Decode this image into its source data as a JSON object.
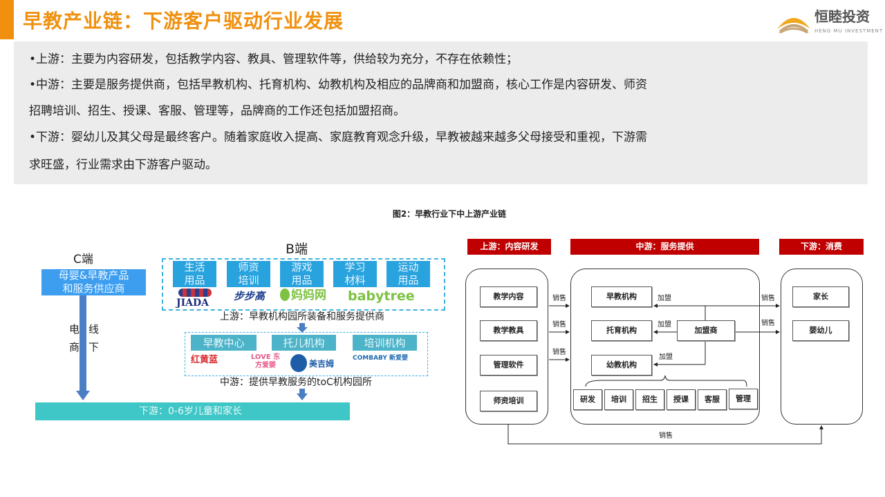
{
  "header": {
    "title": "早教产业链：下游客户驱动行业发展",
    "brand": "恒睦投资",
    "brand_sub": "HENG MU INVESTMENT"
  },
  "text_lines": [
    "•上游：主要为内容研发，包括教学内容、教具、管理软件等，供给较为充分，不存在依赖性；",
    "•中游：主要是服务提供商，包括早教机构、托育机构、幼教机构及相应的品牌商和加盟商，核心工作是内容研发、师资",
    "招聘培训、招生、授课、客服、管理等，品牌商的工作还包括加盟招商。",
    "•下游：婴幼儿及其父母是最终客户。随着家庭收入提高、家庭教育观念升级，早教被越来越多父母接受和重视，下游需",
    "求旺盛，行业需求由下游客户驱动。"
  ],
  "figure_caption": "图2：早教行业下中上游产业链",
  "left_diagram": {
    "c_label": "C端",
    "b_label": "B端",
    "c_box": [
      "母婴&早教产品",
      "和服务供应商"
    ],
    "c_arrow": [
      "电",
      "线",
      "商",
      "下"
    ],
    "upstream_boxes": [
      [
        "生活",
        "用品"
      ],
      [
        "师资",
        "培训"
      ],
      [
        "游戏",
        "用品"
      ],
      [
        "学习",
        "材料"
      ],
      [
        "运动",
        "用品"
      ]
    ],
    "upstream_logos": [
      "JIADA",
      "步步高",
      "妈妈网",
      "babytree"
    ],
    "upstream_caption": "上游：早教机构园所装备和服务提供商",
    "mid_boxes": [
      "早教中心",
      "托儿机构",
      "培训机构"
    ],
    "mid_logos": [
      "红黄蓝",
      "LOVE 东方爱婴",
      "美吉姆",
      "COMBABY 新爱婴"
    ],
    "mid_caption": "中游：提供早教服务的toC机构园所",
    "downstream": "下游：0-6岁儿童和家长"
  },
  "right_diagram": {
    "headers": [
      "上游：内容研发",
      "中游：服务提供",
      "下游：消费"
    ],
    "upstream": [
      "教学内容",
      "教学教具",
      "管理软件",
      "师资培训"
    ],
    "midstream": [
      "早教机构",
      "托育机构",
      "幼教机构"
    ],
    "franchisor": "加盟商",
    "functions": [
      "研发",
      "培训",
      "招生",
      "授课",
      "客服",
      "管理"
    ],
    "downstream": [
      "家长",
      "婴幼儿"
    ],
    "sale": "销售",
    "join": "加盟"
  },
  "colors": {
    "accent": "#f0900e",
    "red": "#c00000",
    "blue": "#29a3de",
    "teal": "#3fc6c6"
  }
}
